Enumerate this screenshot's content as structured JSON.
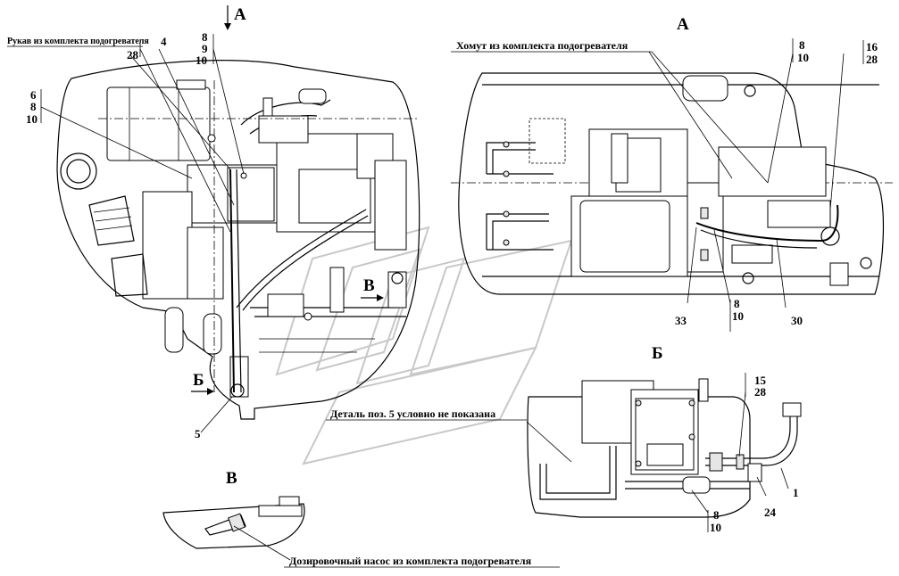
{
  "views": {
    "a_top": "А",
    "a_right": "А",
    "b_top": "Б",
    "b_arrow": "Б",
    "v_arrow": "В",
    "v_title": "В"
  },
  "notes": {
    "hose": "Рукав из комплекта подогревателя",
    "clamp": "Хомут из комплекта подогревателя",
    "detail5": "Деталь поз. 5 условно не показана",
    "pump": "Дозировочный насос из комплекта подогревателя"
  },
  "positions": {
    "p28_hose": "28",
    "p4": "4",
    "p8_a": "8",
    "p9_a": "9",
    "p10_a": "10",
    "p6": "6",
    "p8_b": "8",
    "p10_b": "10",
    "p5": "5",
    "p8_c": "8",
    "p10_c": "10",
    "p16": "16",
    "p28_c": "28",
    "p33": "33",
    "p8_d": "8",
    "p10_d": "10",
    "p30": "30",
    "p15": "15",
    "p28_e": "28",
    "p1": "1",
    "p24": "24",
    "p8_e": "8",
    "p10_e": "10"
  }
}
